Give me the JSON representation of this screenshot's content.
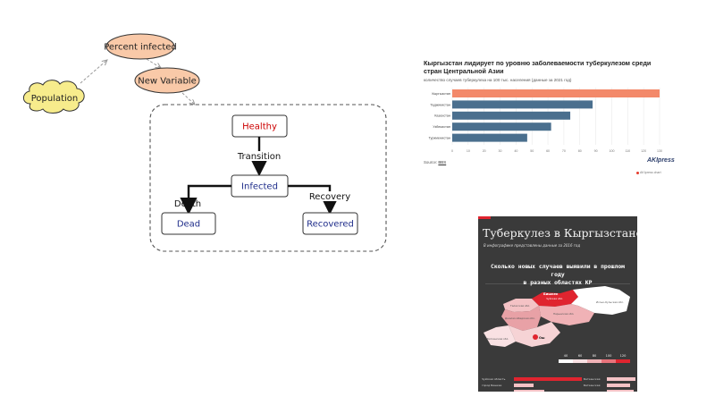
{
  "diagram": {
    "nodes": {
      "percent_infected": "Percent infected",
      "new_variable": "New Variable",
      "population": "Population",
      "healthy": "Healthy",
      "infected": "Infected",
      "dead": "Dead",
      "recovered": "Recovered"
    },
    "edges": {
      "transition": "Transition",
      "death": "Death",
      "recovery": "Recovery"
    },
    "colors": {
      "variable_fill": "#f9c9a8",
      "population_fill": "#f7ec8c",
      "healthy_text": "#cc0000",
      "state_text": "#1f2d8a"
    }
  },
  "bar_chart": {
    "logo": "AKIpress",
    "source_label": "Source:",
    "source_link": "BBS",
    "credit": "AKIpress chart"
  },
  "chart_data": [
    {
      "type": "bar",
      "orientation": "horizontal",
      "title": "Кыргызстан лидирует по уровню заболеваемости туберкулезом среди стран Центральной Азии",
      "subtitle": "количество случаев туберкулеза на 100 тыс. населения (данные за 2021 год)",
      "categories": [
        "Кыргызстан",
        "Таджикистан",
        "Казахстан",
        "Узбекистан",
        "Туркменистан"
      ],
      "values": [
        130,
        88,
        74,
        62,
        47
      ],
      "xlim": [
        0,
        130
      ],
      "xticks": [
        "0",
        "10",
        "20",
        "30",
        "40",
        "50",
        "60",
        "70",
        "80",
        "90",
        "100",
        "110",
        "120",
        "130"
      ],
      "grid": true,
      "colors": {
        "highlight": "#f3896a",
        "default": "#4a6f8e"
      }
    },
    {
      "type": "table",
      "legend_ticks": [
        "40",
        "60",
        "80",
        "100",
        "120"
      ],
      "rows": [
        {
          "label": "Чуйская область",
          "value": ""
        },
        {
          "label": "город Бишкек",
          "value": ""
        },
        {
          "label": "",
          "value": ""
        },
        {
          "label": "",
          "value": ""
        }
      ],
      "rows_right": [
        {
          "label": "Баткенская",
          "value": ""
        },
        {
          "label": "Баткенская",
          "value": ""
        },
        {
          "label": "",
          "value": ""
        },
        {
          "label": "",
          "value": ""
        }
      ]
    }
  ],
  "infographic": {
    "title": "Туберкулез в Кыргызстане",
    "subtitle": "В инфографике представлены данные за 2016 год",
    "headline_line1": "Сколько новых случаев выявили в прошлом году",
    "headline_line2": "в разных областях КР",
    "region_labels": {
      "bishkek": "Бишкек",
      "chui": "Чуйская обл.",
      "talas": "Таласская обл.",
      "issyk_kul": "Иссык-Кульская обл.",
      "jalal_abad": "Джалал-Абадская обл.",
      "naryn": "Нарынская обл.",
      "osh": "Ош",
      "batken": "Баткенская обл."
    },
    "colors": {
      "bg": "#3a3a3a",
      "accent": "#e0242f"
    }
  }
}
